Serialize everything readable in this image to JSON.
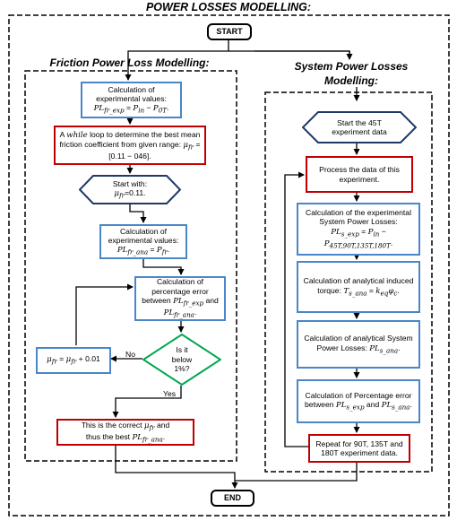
{
  "title": "POWER LOSSES MODELLING:",
  "start": "START",
  "end": "END",
  "friction": {
    "title": "Friction Power Loss Modelling:",
    "step_exp": "Calculation of experimental values: PLfr_exp = Pin − P0T.",
    "while_loop": "A while loop to determine the best mean friction coefficient from given range: μfr = [0.11 − 046].",
    "start_with": "Start with: μfr=0.11.",
    "step_ana": "Calculation of experimental values: PLfr_ana = Pfr.",
    "pct_error": "Calculation of percentage error between PLfr_exp and PLfr_ana.",
    "decision": "Is it below 1%?",
    "no_label": "No",
    "yes_label": "Yes",
    "increment": "μfr = μfr + 0.01",
    "correct": "This is the correct μfr and thus the best PLfr_ana."
  },
  "system": {
    "title": "System Power Losses Modelling:",
    "start_45": "Start the 45T experiment data",
    "process": "Process the data of this experiment.",
    "exp_losses": "Calculation of the experimental System Power Losses: PLs_exp = Pin − P45T,90T,135T,180T.",
    "torque": "Calculation of analytical induced torque: Ts_ana = keq φc.",
    "ana_losses": "Calculation of analytical System Power Losses: PLs_ana.",
    "pct_error": "Calculation of Percentage error between PLs_exp and PLs_ana.",
    "repeat": "Repeat for 90T, 135T and 180T experiment data."
  }
}
